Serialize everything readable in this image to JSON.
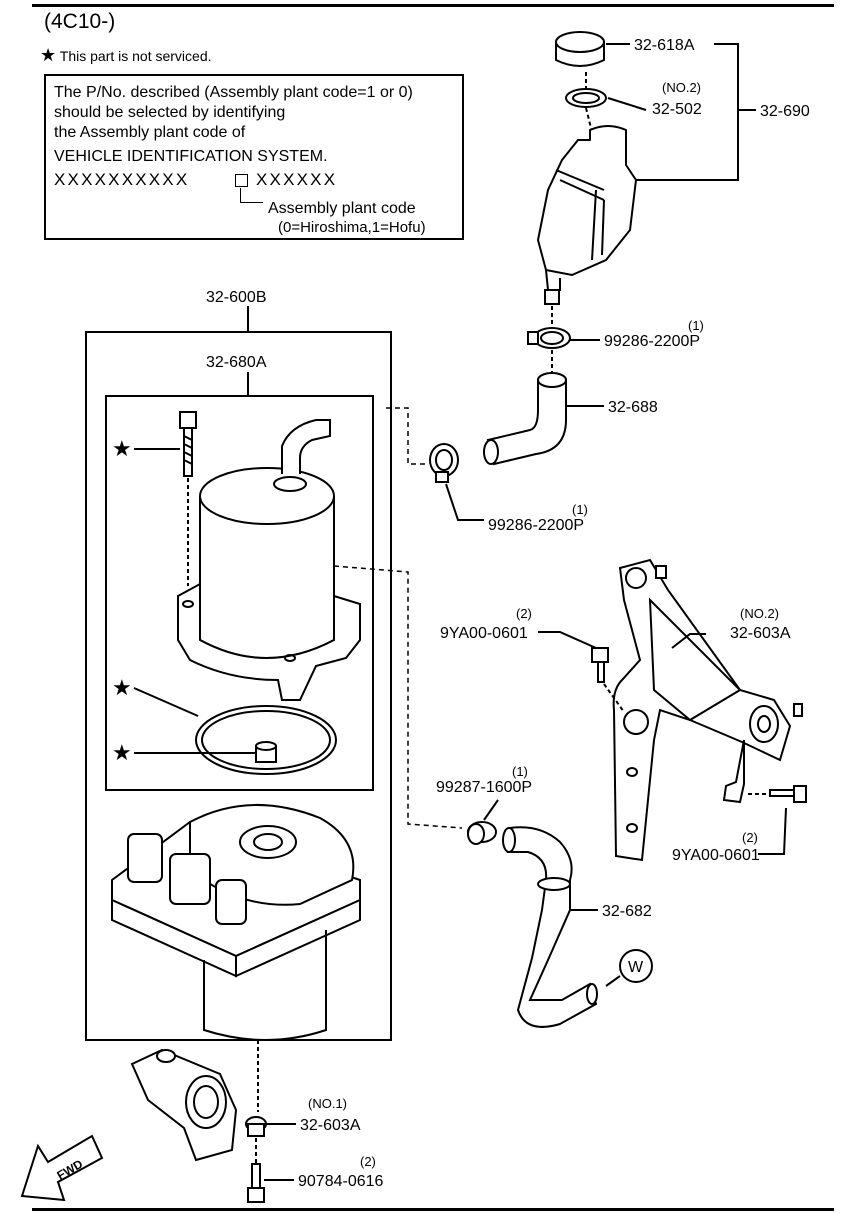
{
  "header": {
    "model_code": "(4C10-)",
    "legend_star": "★",
    "legend_text": "This part is not serviced."
  },
  "note": {
    "line1": "The P/No. described (Assembly plant code=1 or 0)",
    "line2": "should be selected by identifying",
    "line3": "the Assembly plant code of",
    "line4": "VEHICLE IDENTIFICATION SYSTEM.",
    "vin_left": "XXXXXXXXXX",
    "vin_right": "XXXXXX",
    "plant_code_label": "Assembly plant code",
    "plant_code_values": "(0=Hiroshima,1=Hofu)"
  },
  "parts": {
    "p1": "32-618A",
    "p2_qty": "(NO.2)",
    "p2": "32-502",
    "p3": "32-690",
    "p4": "32-600B",
    "p5": "32-680A",
    "p6_qty": "(1)",
    "p6": "99286-2200P",
    "p7": "32-688",
    "p8_qty": "(1)",
    "p8": "99286-2200P",
    "p9_qty": "(NO.2)",
    "p9": "32-603A",
    "p10_qty": "(2)",
    "p10": "9YA00-0601",
    "p11_qty": "(1)",
    "p11": "99287-1600P",
    "p12_qty": "(2)",
    "p12": "9YA00-0601",
    "p13": "32-682",
    "p14": "W",
    "p15_qty": "(NO.1)",
    "p15": "32-603A",
    "p16_qty": "(2)",
    "p16": "90784-0616",
    "fwd": "FWD"
  }
}
